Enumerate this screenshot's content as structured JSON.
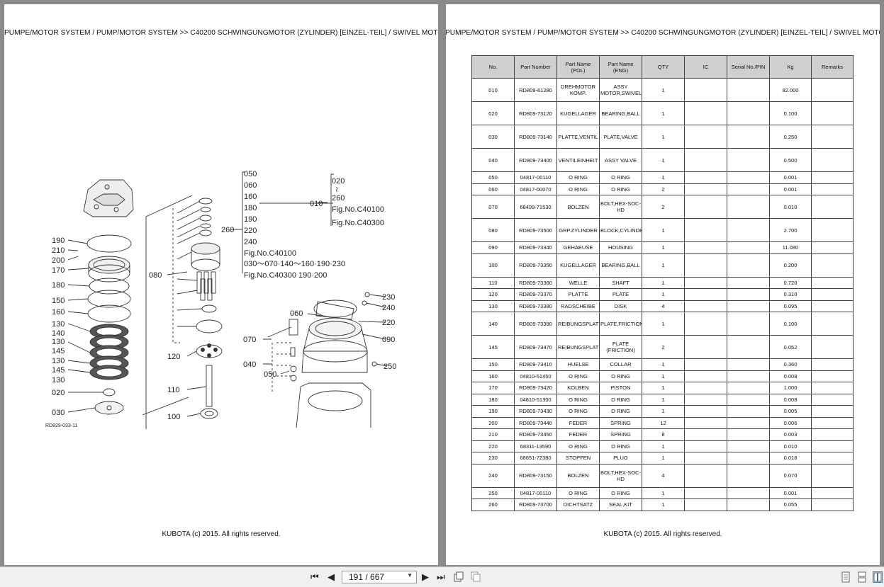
{
  "breadcrumb": "PUMPE/MOTOR SYSTEM / PUMP/MOTOR SYSTEM >> C40200   SCHWINGUNGMOTOR (ZYLINDER) [EINZEL-TEIL] / SWIVEL MOTOR",
  "footer": "KUBOTA (c) 2015. All rights reserved.",
  "diagram": {
    "ref_code": "RD829-033-11",
    "labels": {
      "l190": "190",
      "l210": "210",
      "l200": "200",
      "l170": "170",
      "l180": "180",
      "l150": "150",
      "l160": "160",
      "l130a": "130",
      "l140": "140",
      "l130b": "130",
      "l145a": "145",
      "l130c": "130",
      "l145b": "145",
      "l130d": "130",
      "l020": "020",
      "l030": "030",
      "l080": "080",
      "l120": "120",
      "l110": "110",
      "l100": "100",
      "l260": "260",
      "g050": "050",
      "g060": "060",
      "g160": "160",
      "g180": "180",
      "g190": "190",
      "g220": "220",
      "g240": "240",
      "fig1": "Fig.No.C40100",
      "seq1": "030～070·140～160·190·230",
      "fig2": "Fig.No.C40300  190·200",
      "r010": "010",
      "r020": "020",
      "rtilde": "≀",
      "r260": "260",
      "rfig1": "Fig.No.C40100",
      "rfig2": "Fig.No.C40300",
      "l230": "230",
      "l240": "240",
      "l220": "220",
      "l090": "090",
      "l250": "250",
      "l060": "060",
      "l070": "070",
      "l040": "040",
      "l050": "050"
    }
  },
  "table": {
    "headers": [
      "No.",
      "Part Number",
      "Part Name (POL)",
      "Part Name (ENG)",
      "QTY",
      "IC",
      "Serial No./PIN",
      "Kg",
      "Remarks"
    ],
    "rows": [
      {
        "no": "010",
        "pn": "RD809-61280",
        "pol": "DREHMOTOR KOMP.",
        "eng": "ASSY MOTOR,SWIVEL",
        "qty": "1",
        "kg": "82.000",
        "tall": true
      },
      {
        "no": "020",
        "pn": "RD809-73120",
        "pol": "KUGELLAGER",
        "eng": "BEARING,BALL",
        "qty": "1",
        "kg": "0.100",
        "tall": true
      },
      {
        "no": "030",
        "pn": "RD809-73140",
        "pol": "PLATTE,VENTIL",
        "eng": "PLATE,VALVE",
        "qty": "1",
        "kg": "0.250",
        "tall": true
      },
      {
        "no": "040",
        "pn": "RD809-73400",
        "pol": "VENTILEINHEIT",
        "eng": "ASSY VALVE",
        "qty": "1",
        "kg": "0.500",
        "tall": true
      },
      {
        "no": "050",
        "pn": "04817-00110",
        "pol": "O RING",
        "eng": "O RING",
        "qty": "1",
        "kg": "0.001",
        "tall": false
      },
      {
        "no": "060",
        "pn": "04817-00070",
        "pol": "O RING",
        "eng": "O RING",
        "qty": "2",
        "kg": "0.001",
        "tall": false
      },
      {
        "no": "070",
        "pn": "68499-71530",
        "pol": "BOLZEN",
        "eng": "BOLT,HEX-SOC-HD",
        "qty": "2",
        "kg": "0.010",
        "tall": true
      },
      {
        "no": "080",
        "pn": "RD809-73500",
        "pol": "GRP.ZYLINDER",
        "eng": "BLOCK,CYLINDER",
        "qty": "1",
        "kg": "2.700",
        "tall": true
      },
      {
        "no": "090",
        "pn": "RD809-73340",
        "pol": "GEHAEUSE",
        "eng": "HOUSING",
        "qty": "1",
        "kg": "11.080",
        "tall": false
      },
      {
        "no": "100",
        "pn": "RD809-73350",
        "pol": "KUGELLAGER",
        "eng": "BEARING,BALL",
        "qty": "1",
        "kg": "0.200",
        "tall": true
      },
      {
        "no": "110",
        "pn": "RD809-73360",
        "pol": "WELLE",
        "eng": "SHAFT",
        "qty": "1",
        "kg": "0.720",
        "tall": false
      },
      {
        "no": "120",
        "pn": "RD809-73370",
        "pol": "PLATTE",
        "eng": "PLATE",
        "qty": "1",
        "kg": "0.310",
        "tall": false
      },
      {
        "no": "130",
        "pn": "RD809-73380",
        "pol": "RADSCHEIBE",
        "eng": "DISK",
        "qty": "4",
        "kg": "0.095",
        "tall": false
      },
      {
        "no": "140",
        "pn": "RD809-73390",
        "pol": "REIBUNGSPLATTE",
        "eng": "PLATE,FRICTION",
        "qty": "1",
        "kg": "0.100",
        "tall": true
      },
      {
        "no": "145",
        "pn": "RD809-73470",
        "pol": "REIBUNGSPLATTE",
        "eng": "PLATE (FRICTION)",
        "qty": "2",
        "kg": "0.052",
        "tall": true
      },
      {
        "no": "150",
        "pn": "RD809-73410",
        "pol": "HUELSE",
        "eng": "COLLAR",
        "qty": "1",
        "kg": "0.360",
        "tall": false
      },
      {
        "no": "160",
        "pn": "04810-51450",
        "pol": "O RING",
        "eng": "O RING",
        "qty": "1",
        "kg": "0.008",
        "tall": false
      },
      {
        "no": "170",
        "pn": "RD809-73420",
        "pol": "KOLBEN",
        "eng": "PISTON",
        "qty": "1",
        "kg": "1.000",
        "tall": false
      },
      {
        "no": "180",
        "pn": "04810-51300",
        "pol": "O RING",
        "eng": "O RING",
        "qty": "1",
        "kg": "0.008",
        "tall": false
      },
      {
        "no": "190",
        "pn": "RD809-73430",
        "pol": "O RING",
        "eng": "O RING",
        "qty": "1",
        "kg": "0.005",
        "tall": false
      },
      {
        "no": "200",
        "pn": "RD809-73440",
        "pol": "FEDER",
        "eng": "SPRING",
        "qty": "12",
        "kg": "0.006",
        "tall": false
      },
      {
        "no": "210",
        "pn": "RD809-73450",
        "pol": "FEDER",
        "eng": "SPRING",
        "qty": "8",
        "kg": "0.003",
        "tall": false
      },
      {
        "no": "220",
        "pn": "68311-13590",
        "pol": "O RING",
        "eng": "O RING",
        "qty": "1",
        "kg": "0.010",
        "tall": false
      },
      {
        "no": "230",
        "pn": "68651-72380",
        "pol": "STOPFEN",
        "eng": "PLUG",
        "qty": "1",
        "kg": "0.018",
        "tall": false
      },
      {
        "no": "240",
        "pn": "RD809-73150",
        "pol": "BOLZEN",
        "eng": "BOLT,HEX-SOC-HD",
        "qty": "4",
        "kg": "0.070",
        "tall": true
      },
      {
        "no": "250",
        "pn": "04817-00110",
        "pol": "O RING",
        "eng": "O RING",
        "qty": "1",
        "kg": "0.001",
        "tall": false
      },
      {
        "no": "260",
        "pn": "RD809-73700",
        "pol": "DICHTSATZ",
        "eng": "SEAL,KIT",
        "qty": "1",
        "kg": "0.055",
        "tall": false
      }
    ]
  },
  "toolbar": {
    "page_indicator": "191 / 667",
    "first_icon": "first-page-icon",
    "prev_icon": "previous-page-icon",
    "next_icon": "next-page-icon",
    "last_icon": "last-page-icon"
  }
}
